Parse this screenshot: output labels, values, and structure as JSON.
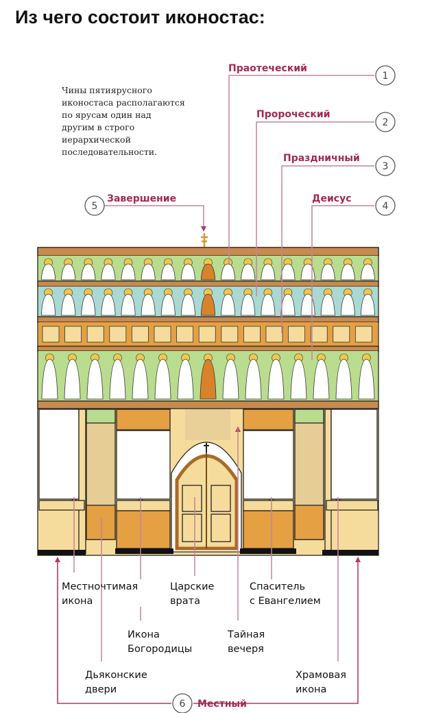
{
  "title": "Из чего состоит иконостас:",
  "description": [
    "Чины пятиярусного",
    "иконостаса располагаются",
    "по ярусам один над",
    "другим в строго",
    "иерархической",
    "последовательности."
  ],
  "tiers": [
    {
      "number": "1",
      "label": "Праотеческий"
    },
    {
      "number": "2",
      "label": "Пророческий"
    },
    {
      "number": "3",
      "label": "Праздничный"
    },
    {
      "number": "4",
      "label": "Деисус"
    },
    {
      "number": "5",
      "label": "Завершение"
    },
    {
      "number": "6",
      "label": "Местный"
    }
  ],
  "bottom_labels": {
    "local_icon": [
      "Местночтимая",
      "икона"
    ],
    "royal_doors": [
      "Царские",
      "врата"
    ],
    "saviour": [
      "Спаситель",
      "с Евангелием"
    ],
    "theotokos": [
      "Икона",
      "Богородицы"
    ],
    "last_supper": [
      "Тайная",
      "вечеря"
    ],
    "deacon_doors": [
      "Дьяконские",
      "двери"
    ],
    "temple_icon": [
      "Храмовая",
      "икона"
    ]
  },
  "colors": {
    "label": "#a3294f",
    "green": "#b9dc8f",
    "teal": "#a9d9d2",
    "orange": "#e4a043",
    "cream": "#f6dc9c",
    "wood": "#c98a4e"
  }
}
